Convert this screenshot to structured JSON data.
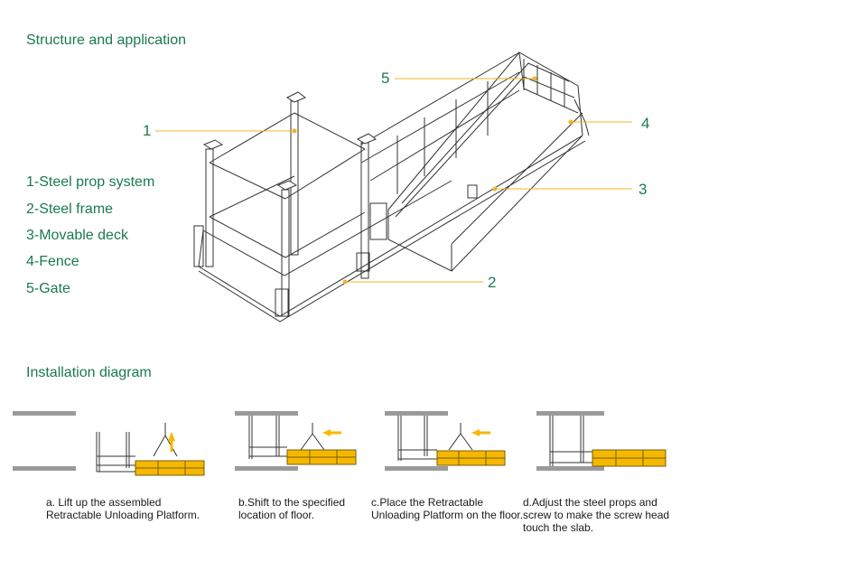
{
  "structure": {
    "heading": "Structure and application",
    "legend": [
      "1-Steel prop system",
      "2-Steel frame",
      "3-Movable deck",
      "4-Fence",
      "5-Gate"
    ],
    "callouts": [
      "1",
      "2",
      "3",
      "4",
      "5"
    ]
  },
  "installation": {
    "heading": "Installation diagram",
    "steps": [
      {
        "line1": "a. Lift up the assembled",
        "line2": "Retractable Unloading Platform.",
        "line3": ""
      },
      {
        "line1": "b.Shift to the specified",
        "line2": "location of floor.",
        "line3": ""
      },
      {
        "line1": "c.Place the Retractable",
        "line2": "Unloading Platform on the floor.",
        "line3": ""
      },
      {
        "line1": "d.Adjust the steel props and",
        "line2": "screw to make the screw head",
        "line3": "touch the slab."
      }
    ]
  },
  "colors": {
    "heading_green": "#1a7a4e",
    "callout_line": "#f0b429",
    "deck_yellow": "#f5b800",
    "slab_gray": "#9a9a9a"
  }
}
